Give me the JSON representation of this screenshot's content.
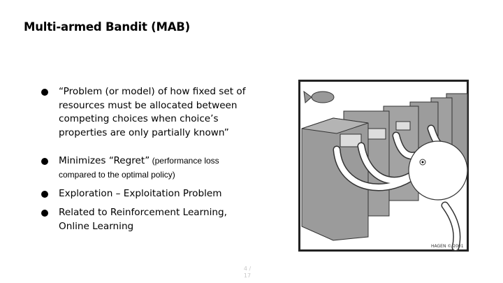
{
  "slide": {
    "title": "Multi-armed Bandit (MAB)",
    "bullets": [
      {
        "text": "“Problem (or model) of how fixed set of resources must be allocated between competing choices when choice’s properties are only partially known”"
      },
      {
        "text": "Minimizes “Regret”",
        "note": " (performance loss compared to the optimal policy)"
      },
      {
        "text": "Exploration – Exploitation Problem"
      },
      {
        "text": "Related to Reinforcement Learning, Online Learning"
      }
    ],
    "image": {
      "signature": "HAGEN © 2001"
    },
    "page_number": {
      "current": "4 /",
      "total": "17"
    }
  }
}
